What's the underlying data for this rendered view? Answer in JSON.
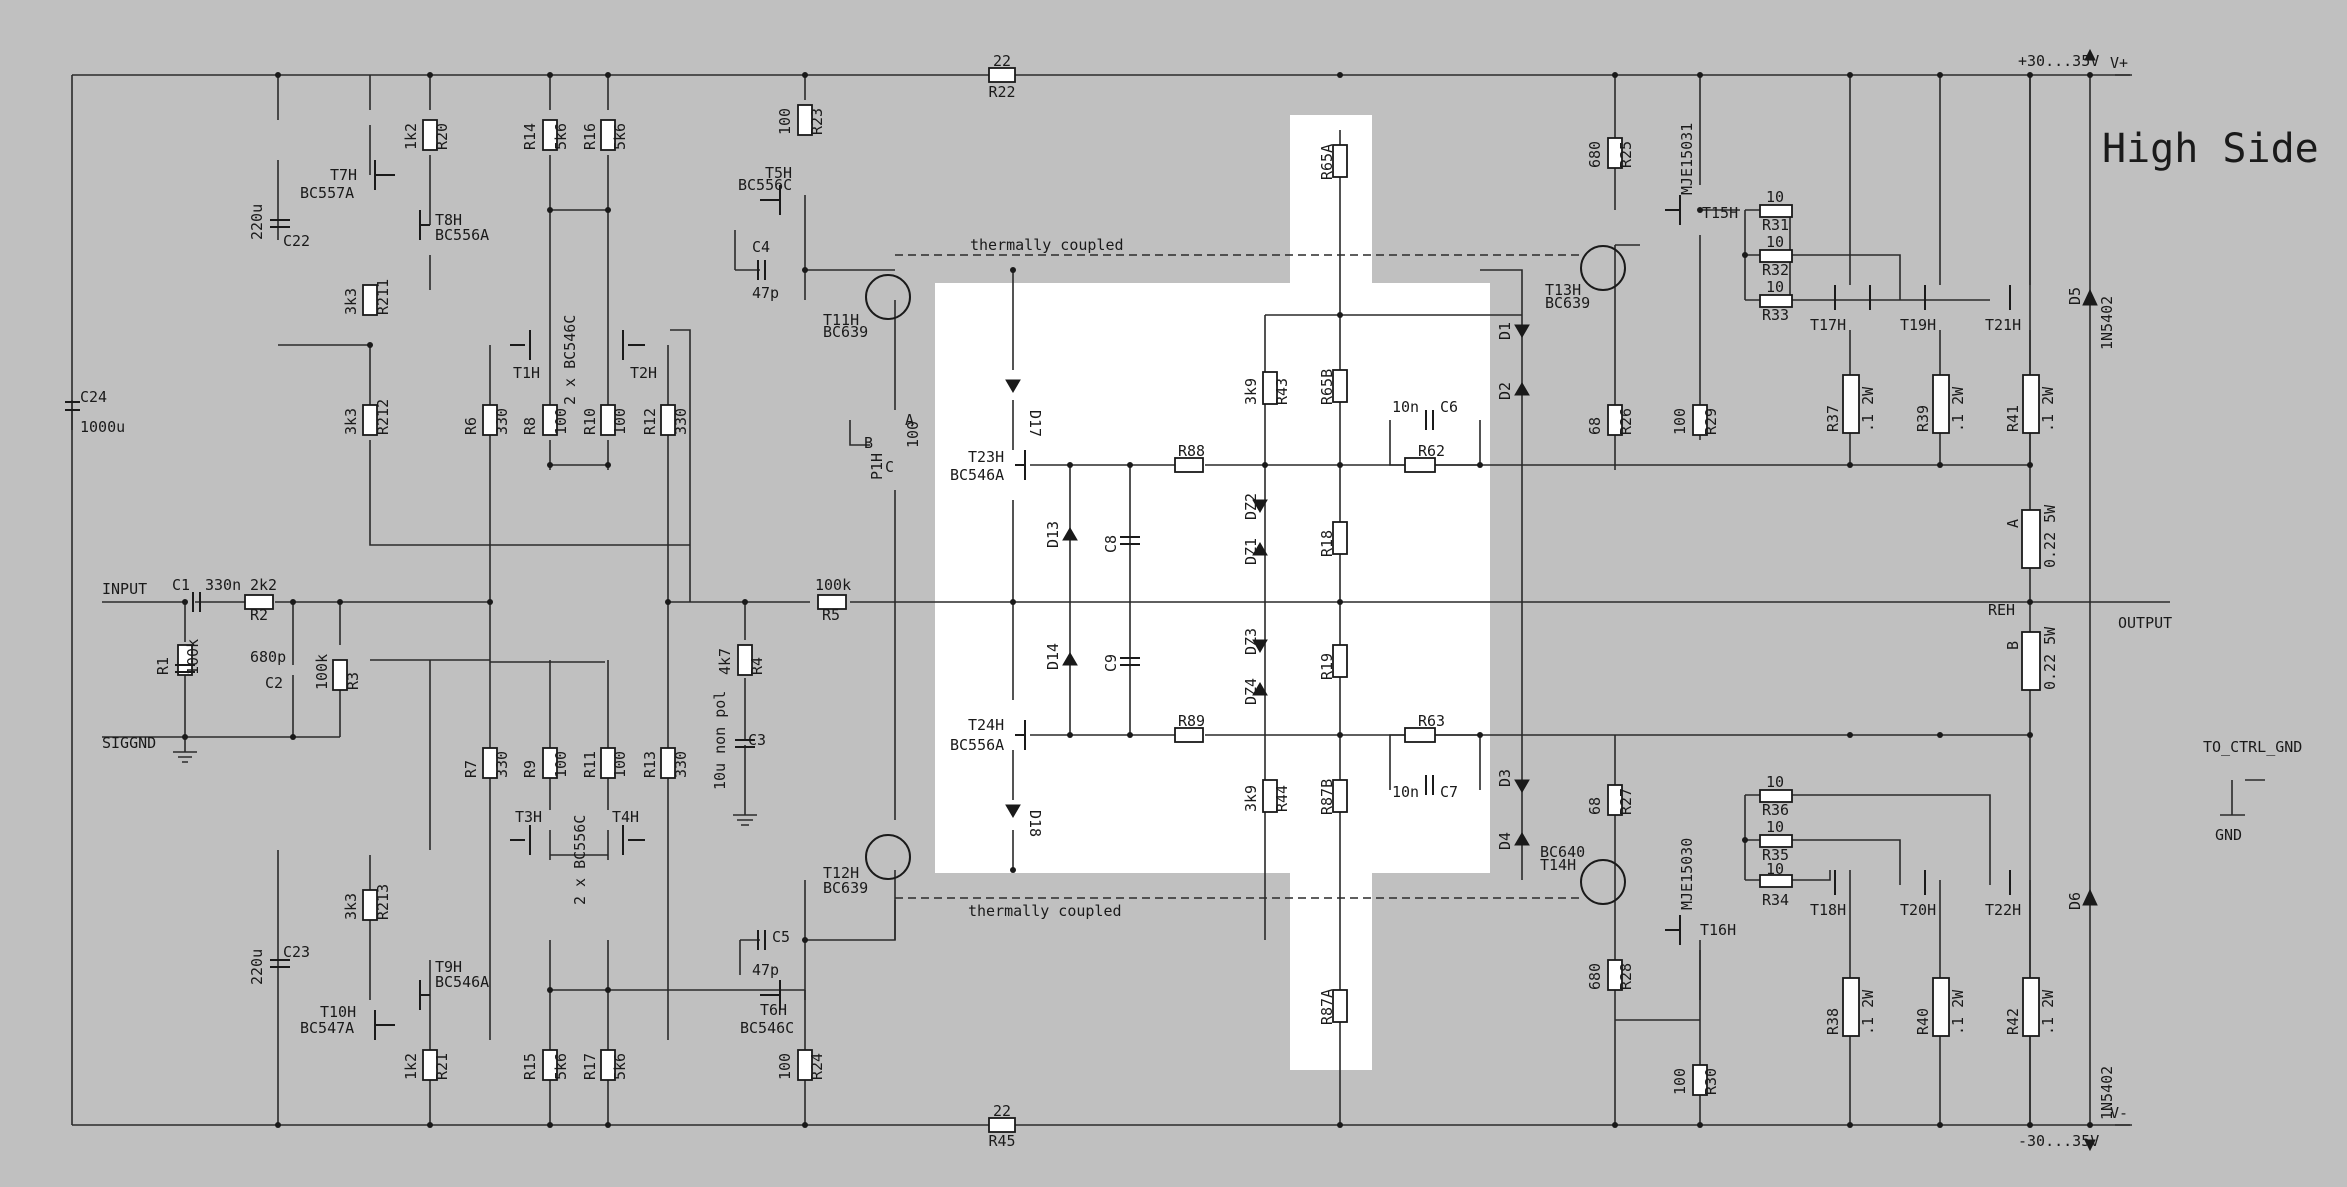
{
  "title": "High Side",
  "notes": {
    "coupled_top": "thermally coupled",
    "coupled_bottom": "thermally coupled"
  },
  "nets": {
    "vpos_rail": "+30...35V",
    "vpos": "V+",
    "vneg_rail": "-30...35V",
    "vneg": "V-",
    "input": "INPUT",
    "siggnd": "SIGGND",
    "output": "OUTPUT",
    "reh": "REH",
    "to_ctrl_gnd": "TO_CTRL_GND",
    "gnd": "GND"
  },
  "resistors": [
    {
      "ref": "R22",
      "value": "22"
    },
    {
      "ref": "R45",
      "value": "22"
    },
    {
      "ref": "R20",
      "value": "1k2"
    },
    {
      "ref": "R21",
      "value": "1k2"
    },
    {
      "ref": "R211",
      "value": "3k3"
    },
    {
      "ref": "R212",
      "value": "3k3"
    },
    {
      "ref": "R213",
      "value": "3k3"
    },
    {
      "ref": "R14",
      "value": "5k6"
    },
    {
      "ref": "R16",
      "value": "5k6"
    },
    {
      "ref": "R15",
      "value": "5k6"
    },
    {
      "ref": "R17",
      "value": "5k6"
    },
    {
      "ref": "R6",
      "value": "330"
    },
    {
      "ref": "R12",
      "value": "330"
    },
    {
      "ref": "R7",
      "value": "330"
    },
    {
      "ref": "R13",
      "value": "330"
    },
    {
      "ref": "R8",
      "value": "100"
    },
    {
      "ref": "R10",
      "value": "100"
    },
    {
      "ref": "R9",
      "value": "100"
    },
    {
      "ref": "R11",
      "value": "100"
    },
    {
      "ref": "R23",
      "value": "100"
    },
    {
      "ref": "R24",
      "value": "100"
    },
    {
      "ref": "R1",
      "value": "100k"
    },
    {
      "ref": "R2",
      "value": "2k2"
    },
    {
      "ref": "R3",
      "value": "100k"
    },
    {
      "ref": "R4",
      "value": "4k7"
    },
    {
      "ref": "R5",
      "value": "100k"
    },
    {
      "ref": "R65A",
      "value": ""
    },
    {
      "ref": "R65B",
      "value": ""
    },
    {
      "ref": "R43",
      "value": "3k9"
    },
    {
      "ref": "R44",
      "value": "3k9"
    },
    {
      "ref": "R88",
      "value": ""
    },
    {
      "ref": "R89",
      "value": ""
    },
    {
      "ref": "R62",
      "value": ""
    },
    {
      "ref": "R63",
      "value": ""
    },
    {
      "ref": "R18",
      "value": ""
    },
    {
      "ref": "R19",
      "value": ""
    },
    {
      "ref": "R87B",
      "value": ""
    },
    {
      "ref": "R87A",
      "value": ""
    },
    {
      "ref": "R25",
      "value": "680"
    },
    {
      "ref": "R26",
      "value": "68"
    },
    {
      "ref": "R29",
      "value": "100"
    },
    {
      "ref": "R27",
      "value": "68"
    },
    {
      "ref": "R28",
      "value": "680"
    },
    {
      "ref": "R30",
      "value": "100"
    },
    {
      "ref": "R31",
      "value": "10"
    },
    {
      "ref": "R32",
      "value": "10"
    },
    {
      "ref": "R33",
      "value": "10"
    },
    {
      "ref": "R36",
      "value": "10"
    },
    {
      "ref": "R35",
      "value": "10"
    },
    {
      "ref": "R34",
      "value": "10"
    },
    {
      "ref": "R37",
      "value": ".1 2W"
    },
    {
      "ref": "R39",
      "value": ".1 2W"
    },
    {
      "ref": "R41",
      "value": ".1 2W"
    },
    {
      "ref": "R38",
      "value": ".1 2W"
    },
    {
      "ref": "R40",
      "value": ".1 2W"
    },
    {
      "ref": "R42",
      "value": ".1 2W"
    },
    {
      "ref": "A",
      "value": "0.22 5W"
    },
    {
      "ref": "B",
      "value": "0.22 5W"
    }
  ],
  "capacitors": [
    {
      "ref": "C1",
      "value": "330n"
    },
    {
      "ref": "C2",
      "value": "680p"
    },
    {
      "ref": "C3",
      "value": "10u non pol"
    },
    {
      "ref": "C4",
      "value": "47p"
    },
    {
      "ref": "C5",
      "value": "47p"
    },
    {
      "ref": "C6",
      "value": "10n"
    },
    {
      "ref": "C7",
      "value": "10n"
    },
    {
      "ref": "C8",
      "value": ""
    },
    {
      "ref": "C9",
      "value": ""
    },
    {
      "ref": "C22",
      "value": "220u"
    },
    {
      "ref": "C23",
      "value": "220u"
    },
    {
      "ref": "C24",
      "value": "1000u"
    }
  ],
  "transistors": [
    {
      "ref": "T7H",
      "type": "BC557A"
    },
    {
      "ref": "T8H",
      "type": "BC556A"
    },
    {
      "ref": "T9H",
      "type": "BC546A"
    },
    {
      "ref": "T10H",
      "type": "BC547A"
    },
    {
      "ref": "T1H",
      "type": ""
    },
    {
      "ref": "T2H",
      "type": ""
    },
    {
      "ref": "T3H",
      "type": ""
    },
    {
      "ref": "T4H",
      "type": ""
    },
    {
      "ref": "T5H",
      "type": "BC556C"
    },
    {
      "ref": "T6H",
      "type": "BC546C"
    },
    {
      "ref": "T11H",
      "type": "BC639"
    },
    {
      "ref": "T12H",
      "type": "BC639"
    },
    {
      "ref": "T23H",
      "type": "BC546A"
    },
    {
      "ref": "T24H",
      "type": "BC556A"
    },
    {
      "ref": "T13H",
      "type": "BC639"
    },
    {
      "ref": "T14H",
      "type": "BC640"
    },
    {
      "ref": "T15H",
      "type": "MJE15031"
    },
    {
      "ref": "T16H",
      "type": "MJE15030"
    },
    {
      "ref": "T17H",
      "type": ""
    },
    {
      "ref": "T19H",
      "type": ""
    },
    {
      "ref": "T21H",
      "type": ""
    },
    {
      "ref": "T18H",
      "type": ""
    },
    {
      "ref": "T20H",
      "type": ""
    },
    {
      "ref": "T22H",
      "type": ""
    }
  ],
  "pair_labels": {
    "top": "2 x BC546C",
    "bottom": "2 x BC556C"
  },
  "diodes": [
    "D17",
    "D18",
    "D13",
    "D14",
    "DZ2",
    "DZ1",
    "DZ3",
    "DZ4",
    "D1",
    "D2",
    "D3",
    "D4",
    "D5",
    "D6"
  ],
  "diode_types": {
    "D5": "1N5402",
    "D6": "1N5402"
  },
  "pot": {
    "ref": "P1H",
    "value": "100",
    "pins": [
      "A",
      "B",
      "C"
    ]
  }
}
